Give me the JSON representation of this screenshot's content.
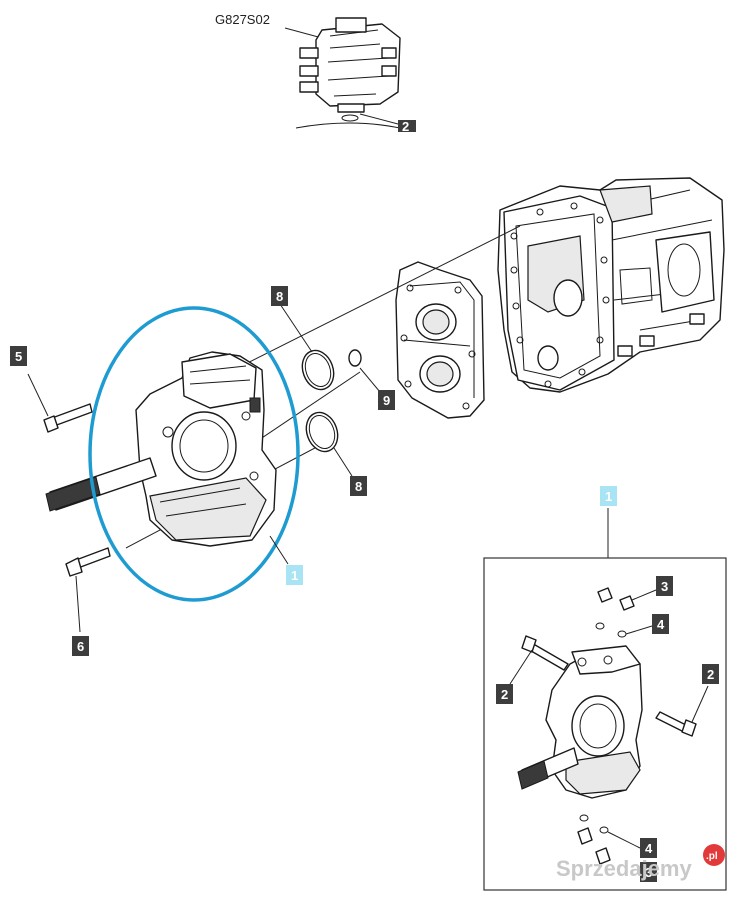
{
  "reference_code": "G827S02",
  "callouts": {
    "top_ref": "2",
    "c8a": "8",
    "c9": "9",
    "c8b": "8",
    "c5": "5",
    "c6": "6",
    "c1_main": "1",
    "c1_detail": "1",
    "c3": "3",
    "c4a": "4",
    "c2_left": "2",
    "c2_right": "2",
    "c4b": "4",
    "c3b": "3"
  },
  "highlight_color": "#1e9bd0",
  "tag_color": "#3d3d3d",
  "watermark": {
    "text": "Sprzedajemy",
    "badge": ".pl"
  }
}
